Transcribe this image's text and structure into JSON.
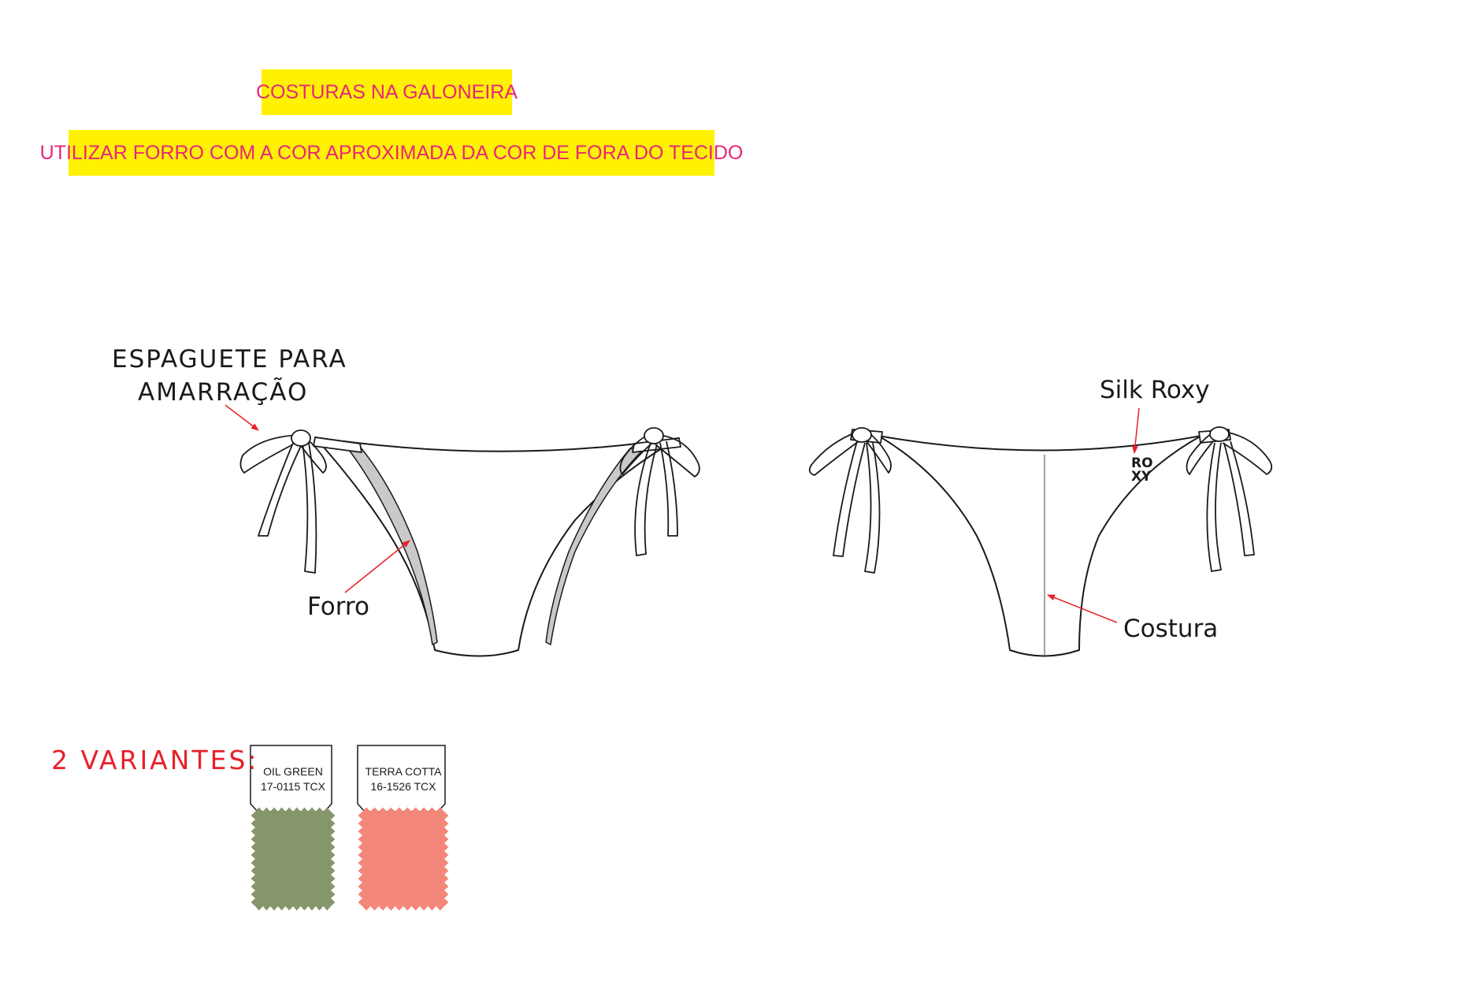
{
  "notes": {
    "seams": "COSTURAS NA GALONEIRA",
    "lining": "UTILIZAR FORRO COM A COR APROXIMADA DA COR DE FORA DO TECIDO"
  },
  "front": {
    "tie_label_line1": "ESPAGUETE PARA",
    "tie_label_line2": "AMARRAÇÃO",
    "lining_label": "Forro"
  },
  "back": {
    "print_label": "Silk Roxy",
    "logo_line1": "RO",
    "logo_line2": "XY",
    "seam_label": "Costura"
  },
  "variants": {
    "title": "2 VARIANTES:",
    "items": [
      {
        "name": "OIL GREEN",
        "code": "17-0115 TCX",
        "color": "#86966b"
      },
      {
        "name": "TERRA COTTA",
        "code": "16-1526 TCX",
        "color": "#f4877a"
      }
    ]
  },
  "colors": {
    "note_bg": "#fff200",
    "note_text": "#e8267a",
    "callout_arrow": "#e8202a",
    "lining_fill": "#c9c9c9"
  }
}
